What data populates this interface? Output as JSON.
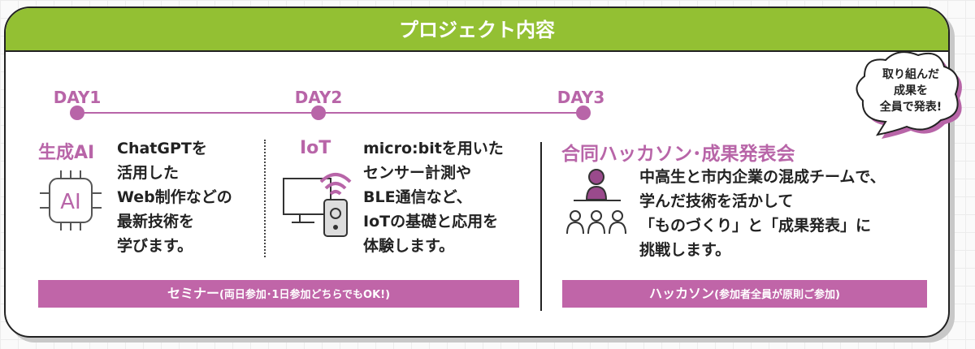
{
  "title": "プロジェクト内容",
  "days": [
    "DAY1",
    "DAY2",
    "DAY3"
  ],
  "ai": {
    "label": "生成AI",
    "icon_text": "AI",
    "lines": [
      "ChatGPTを",
      "活用した",
      "Web制作などの",
      "最新技術を",
      "学びます。"
    ]
  },
  "iot": {
    "label": "IoT",
    "lines": [
      "micro:bitを用いた",
      "センサー計測や",
      "BLE通信など、",
      "IoTの基礎と応用を",
      "体験します。"
    ]
  },
  "hackathon": {
    "label": "合同ハッカソン･成果発表会",
    "lines": [
      "中高生と市内企業の混成チームで、",
      "学んだ技術を活かして",
      "「ものづくり」と「成果発表」に",
      "挑戦します。"
    ]
  },
  "seminar_bar": {
    "main": "セミナー",
    "sub": "(両日参加･1日参加どちらでもOK!)"
  },
  "hackathon_bar": {
    "main": "ハッカソン",
    "sub": "(参加者全員が原則ご参加)"
  },
  "bubble": [
    "取り組んだ",
    "成果を",
    "全員で発表!"
  ],
  "colors": {
    "green": "#93c033",
    "purple": "#b865a8"
  }
}
